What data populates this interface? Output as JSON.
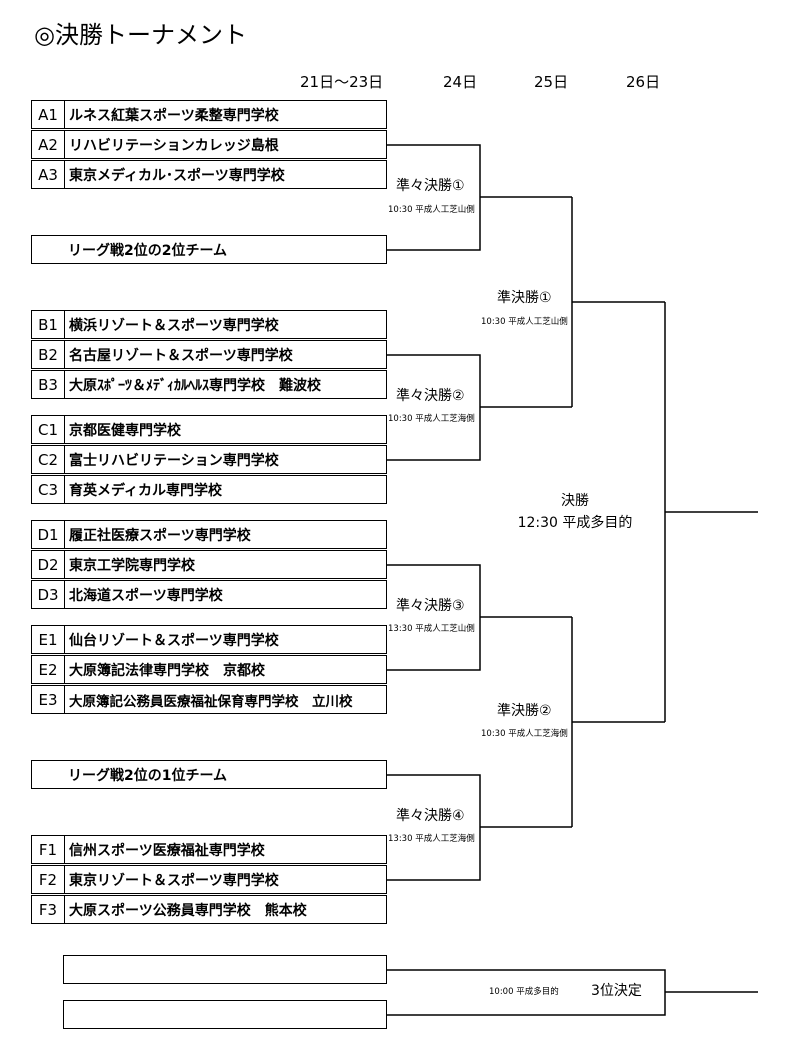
{
  "title": "◎決勝トーナメント",
  "dates": [
    "21日～23日",
    "24日",
    "25日",
    "26日"
  ],
  "groups": {
    "A": [
      {
        "code": "A1",
        "name": "ルネス紅葉スポーツ柔整専門学校"
      },
      {
        "code": "A2",
        "name": "リハビリテーションカレッジ島根"
      },
      {
        "code": "A3",
        "name": "東京メディカル･スポーツ専門学校"
      }
    ],
    "B": [
      {
        "code": "B1",
        "name": "横浜リゾート＆スポーツ専門学校"
      },
      {
        "code": "B2",
        "name": "名古屋リゾート＆スポーツ専門学校"
      },
      {
        "code": "B3",
        "name": "大原ｽﾎﾟｰﾂ＆ﾒﾃﾞｨｶﾙﾍﾙｽ専門学校　難波校"
      }
    ],
    "C": [
      {
        "code": "C1",
        "name": "京都医健専門学校"
      },
      {
        "code": "C2",
        "name": "富士リハビリテーション専門学校"
      },
      {
        "code": "C3",
        "name": "育英メディカル専門学校"
      }
    ],
    "D": [
      {
        "code": "D1",
        "name": "履正社医療スポーツ専門学校"
      },
      {
        "code": "D2",
        "name": "東京工学院専門学校"
      },
      {
        "code": "D3",
        "name": "北海道スポーツ専門学校"
      }
    ],
    "E": [
      {
        "code": "E1",
        "name": "仙台リゾート＆スポーツ専門学校"
      },
      {
        "code": "E2",
        "name": "大原簿記法律専門学校　京都校"
      },
      {
        "code": "E3",
        "name": "大原簿記公務員医療福祉保育専門学校　立川校"
      }
    ],
    "F": [
      {
        "code": "F1",
        "name": "信州スポーツ医療福祉専門学校"
      },
      {
        "code": "F2",
        "name": "東京リゾート＆スポーツ専門学校"
      },
      {
        "code": "F3",
        "name": "大原スポーツ公務員専門学校　熊本校"
      }
    ]
  },
  "wildcards": {
    "second_of_second": "リーグ戦2位の2位チーム",
    "first_of_second": "リーグ戦2位の1位チーム"
  },
  "matches": {
    "qf1": {
      "name": "準々決勝①",
      "info": "10:30 平成人工芝山側"
    },
    "qf2": {
      "name": "準々決勝②",
      "info": "10:30 平成人工芝海側"
    },
    "qf3": {
      "name": "準々決勝③",
      "info": "13:30 平成人工芝山側"
    },
    "qf4": {
      "name": "準々決勝④",
      "info": "13:30 平成人工芝海側"
    },
    "sf1": {
      "name": "準決勝①",
      "info": "10:30 平成人工芝山側"
    },
    "sf2": {
      "name": "準決勝②",
      "info": "10:30 平成人工芝海側"
    },
    "final": {
      "name": "決勝",
      "info": "12:30 平成多目的"
    },
    "third": {
      "name": "3位決定",
      "info": "10:00 平成多目的"
    }
  }
}
